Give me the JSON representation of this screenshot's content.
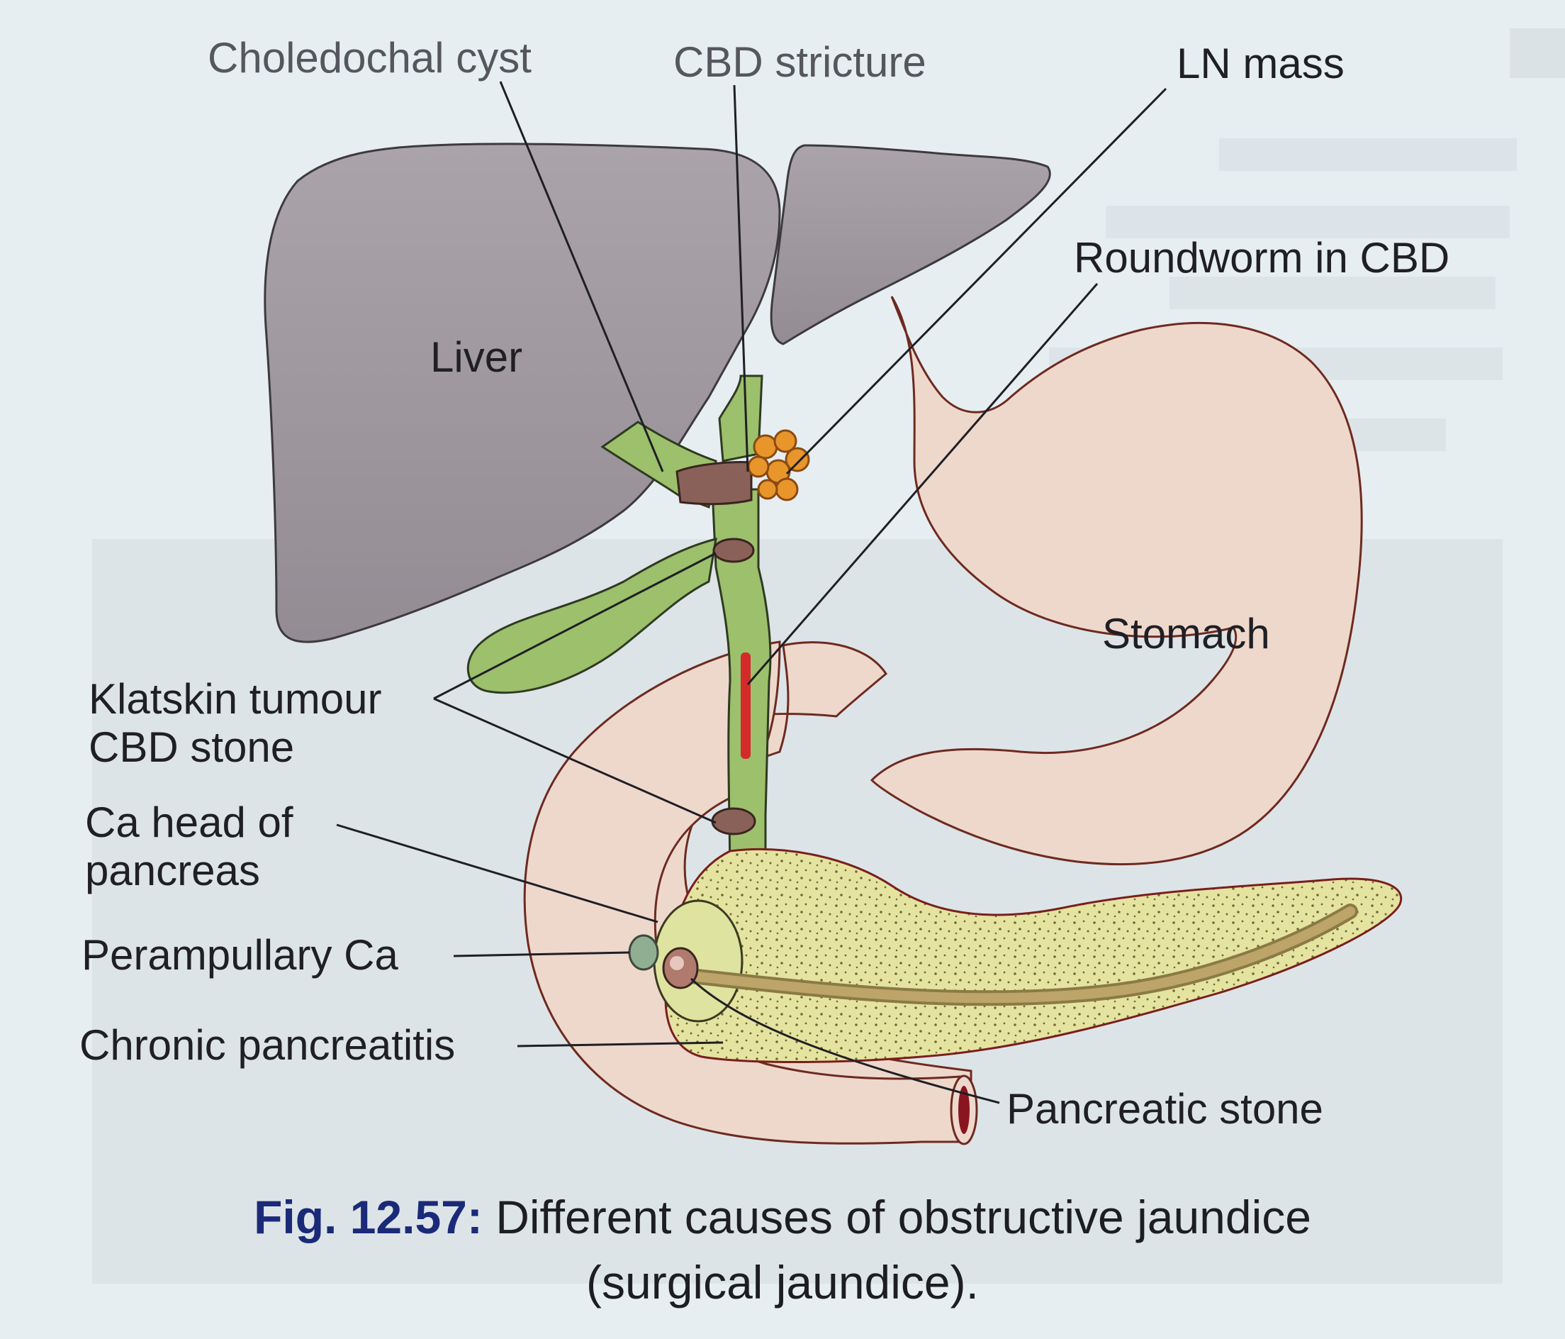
{
  "labels": {
    "choledochal_cyst": "Choledochal cyst",
    "cbd_stricture": "CBD stricture",
    "ln_mass": "LN mass",
    "roundworm_in_cbd": "Roundworm in CBD",
    "liver": "Liver",
    "stomach": "Stomach",
    "klatskin_tumour": "Klatskin tumour",
    "cbd_stone": "CBD stone",
    "ca_head_line1": "Ca head of",
    "ca_head_line2": "pancreas",
    "perampullary_ca": "Perampullary Ca",
    "chronic_pancreatitis": "Chronic pancreatitis",
    "pancreatic_stone": "Pancreatic stone"
  },
  "caption": {
    "fig_label": "Fig. 12.57:",
    "line1": "Different causes of obstructive jaundice",
    "line2": "(surgical jaundice)."
  },
  "colors": {
    "liver": "#9b949b",
    "stomach": "#eed8cc",
    "bile_duct": "#9cc06b",
    "pancreas": "#e5e3a0",
    "ln_mass": "#e8952c",
    "roundworm": "#d42a2a",
    "caption_fig": "#1b2a78"
  }
}
